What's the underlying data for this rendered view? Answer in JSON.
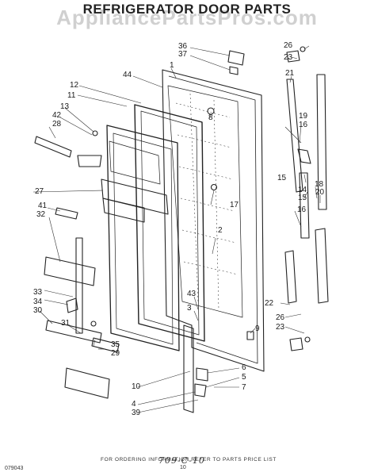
{
  "title": "REFRIGERATOR DOOR PARTS",
  "watermark": "AppliancePartsPros.com",
  "footer": {
    "ordering_note": "FOR ORDERING INFORMATION REFER TO PARTS PRICE LIST",
    "page_number": "10",
    "left_code": "079043",
    "handwritten_note": "709-C-10"
  },
  "callouts": {
    "c36": "36",
    "c37": "37",
    "c26a": "26",
    "c23a": "23",
    "c44": "44",
    "c1": "1",
    "c21": "21",
    "c12": "12",
    "c11": "11",
    "c13": "13",
    "c42": "42",
    "c28": "28",
    "c8": "8",
    "c19": "19",
    "c16a": "16",
    "c15a": "15",
    "c14": "14",
    "c15b": "15",
    "c18": "18",
    "c20": "20",
    "c16b": "16",
    "c27": "27",
    "c41": "41",
    "c32": "32",
    "c17": "17",
    "c2": "2",
    "c33": "33",
    "c34": "34",
    "c30": "30",
    "c43": "43",
    "c3": "3",
    "c31": "31",
    "c22": "22",
    "c35": "35",
    "c29": "29",
    "c9": "9",
    "c26b": "26",
    "c23b": "23",
    "c6": "6",
    "c5": "5",
    "c7": "7",
    "c10": "10",
    "c4": "4",
    "c39": "39"
  }
}
